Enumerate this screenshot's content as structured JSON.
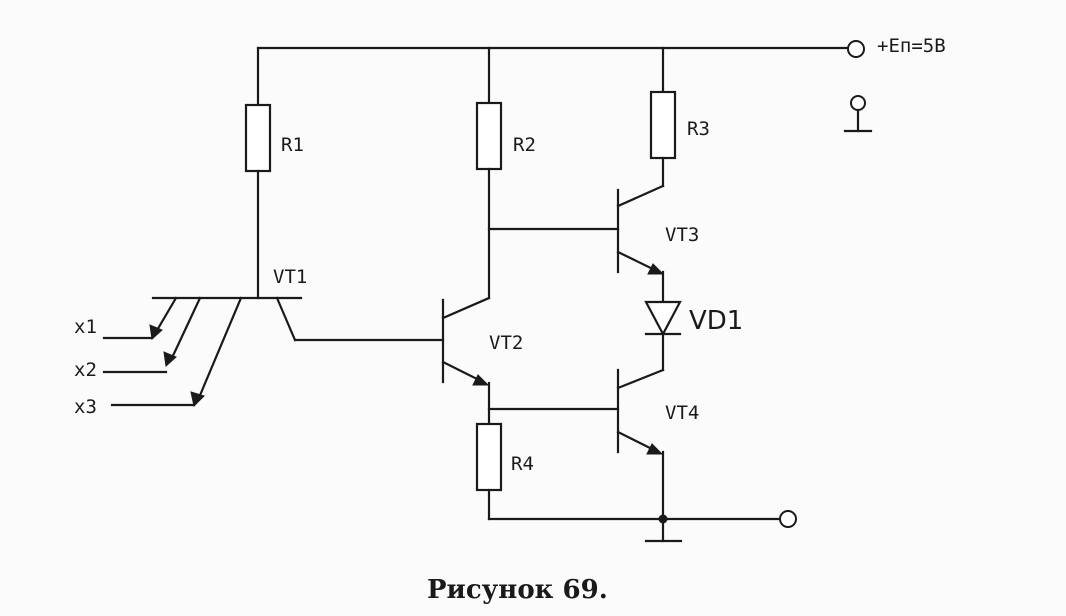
{
  "supply_label": "+Eп=5B",
  "components": {
    "r1": "R1",
    "r2": "R2",
    "r3": "R3",
    "r4": "R4",
    "vt1": "VT1",
    "vt2": "VT2",
    "vt3": "VT3",
    "vt4": "VT4",
    "vd1": "VD1"
  },
  "inputs": [
    "x1",
    "x2",
    "x3"
  ],
  "caption": "Рисунок 69."
}
